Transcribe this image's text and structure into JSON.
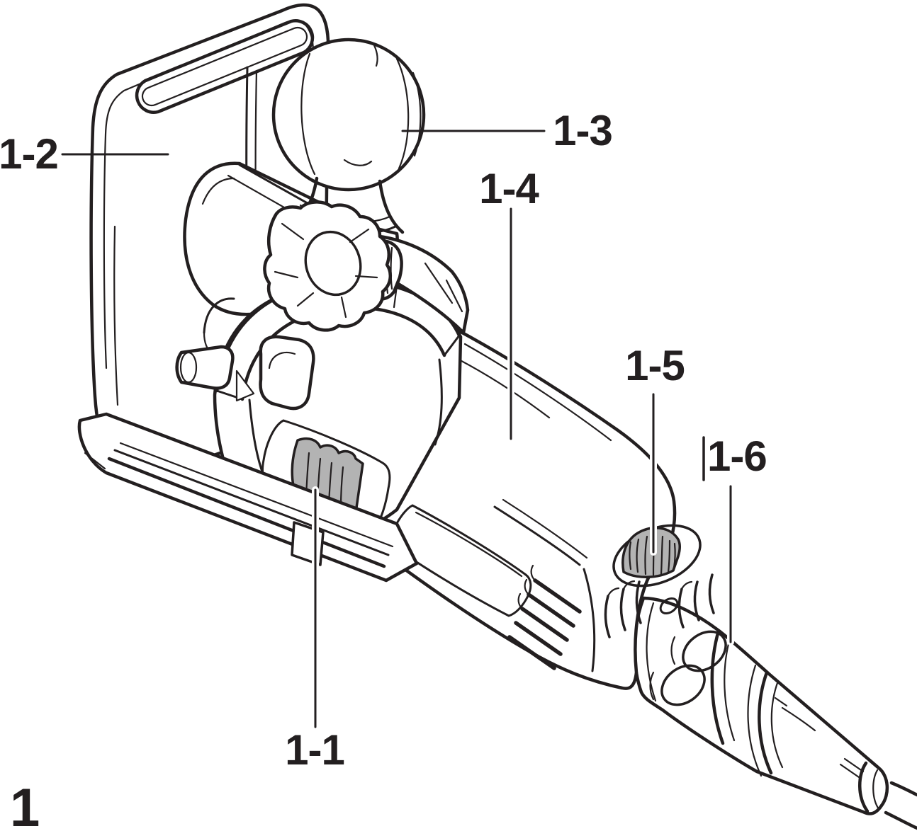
{
  "figure": {
    "number": "1"
  },
  "colors": {
    "line": "#231f20",
    "shade": "#b3b3b3",
    "background": "#ffffff"
  },
  "callouts": [
    {
      "label": "1-1"
    },
    {
      "label": "1-2"
    },
    {
      "label": "1-3"
    },
    {
      "label": "1-4"
    },
    {
      "label": "1-5"
    },
    {
      "label": "1-6"
    }
  ]
}
